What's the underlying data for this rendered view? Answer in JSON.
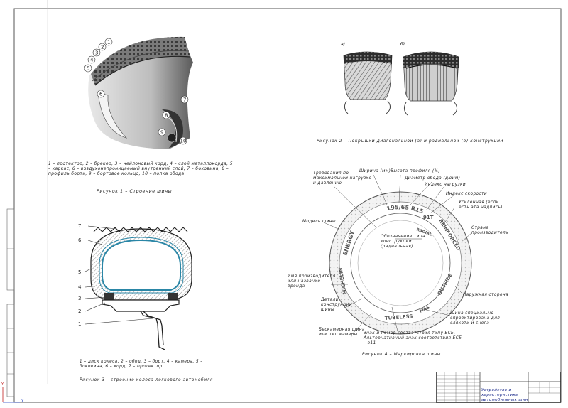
{
  "fig1": {
    "caption": "1 – протектор, 2 – брекер, 3 – нейлоновый корд, 4 – слой металлокорда, 5 – каркас, 6 – воздухонепроницаемый внутренний слой, 7 – боковина, 8 – профиль борта, 9 – бортовое кольцо, 10 – полка обода",
    "title": "Рисунок 1 – Строение шины",
    "numbers": [
      "1",
      "2",
      "3",
      "4",
      "5",
      "6",
      "7",
      "8",
      "9",
      "10"
    ]
  },
  "fig2": {
    "label_a": "а)",
    "label_b": "б)",
    "title": "Рисунок 2 – Покрышки диагональной (а) и радиальной (б) конструкции"
  },
  "fig3": {
    "caption": "1 – диск колеса, 2 – обод, 3 – борт, 4 – камера, 5 – боковина, 6 – корд, 7 – протектор",
    "title": "Рисунок 3 – строение колеса легкового автомобиля",
    "numbers": [
      "7",
      "6",
      "5",
      "4",
      "3",
      "2",
      "1"
    ]
  },
  "fig4": {
    "title": "Рисунок 4 – Маркировка шины",
    "tire_text": {
      "size": "195/65 R15",
      "load_speed": "91T",
      "radial": "RADIAL",
      "reinforced": "REINFORCED",
      "energy": "ENERGY",
      "michelin": "MICHELIN",
      "tubeless": "TUBELESS",
      "outside": "OUTSIDE",
      "mas": "MAS"
    },
    "labels": {
      "max_pressure": "Требования по максимальной нагрузке и давлению",
      "width": "Ширина (мм)",
      "profile_height": "Высота профиля (%)",
      "rim_diameter": "Диаметр обода (дюйм)",
      "load_index": "Индекс нагрузки",
      "speed_index": "Индекс скорости",
      "reinforced": "Усиленная (если есть эта надпись)",
      "country": "Страна производитель",
      "model": "Модель шины",
      "construction": "Обозначение типа конструкции (радиальная)",
      "manufacturer": "Имя производителя или название бренда",
      "outer_side": "Наружная сторона",
      "tube_details": "Детали конструкции шины",
      "tubeless": "Бескамерная шина или тип камеры",
      "ece": "Знак и номер соответствия типу ECE. Альтернативный знак соответствия ECE – e11",
      "winter": "Шина специально спроектирована для слякоти и снега"
    }
  },
  "title_block": {
    "line1": "Устройство и характеристики",
    "line2": "автомобильных шин"
  }
}
